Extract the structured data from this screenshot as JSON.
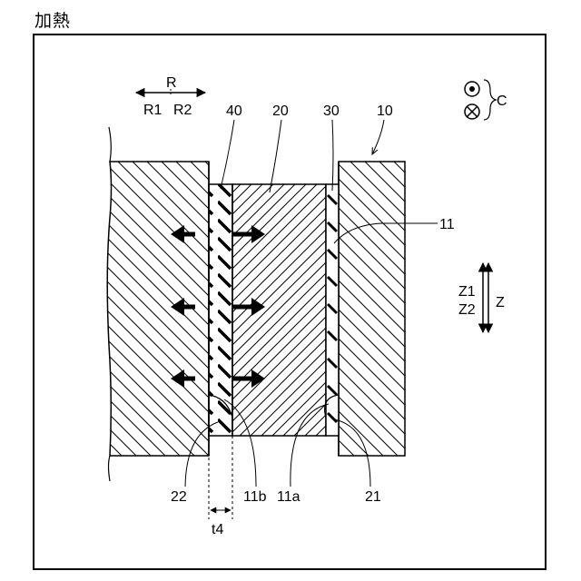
{
  "heading": "加熱",
  "direction_labels": {
    "radial": "R",
    "radial_inner": "R1",
    "radial_outer": "R2",
    "circumferential": "C",
    "axial": "Z",
    "axial_up": "Z1",
    "axial_down": "Z2"
  },
  "reference_labels": {
    "outer_member": "10",
    "inner_member": "20",
    "layer_right": "30",
    "layer_left": "40",
    "hole": "11",
    "hole_edge_right": "11a",
    "hole_edge_left": "11b",
    "corner_right": "21",
    "corner_left": "22"
  },
  "dimension_labels": {
    "thickness": "t4"
  },
  "expansion_arrow_count": 3
}
